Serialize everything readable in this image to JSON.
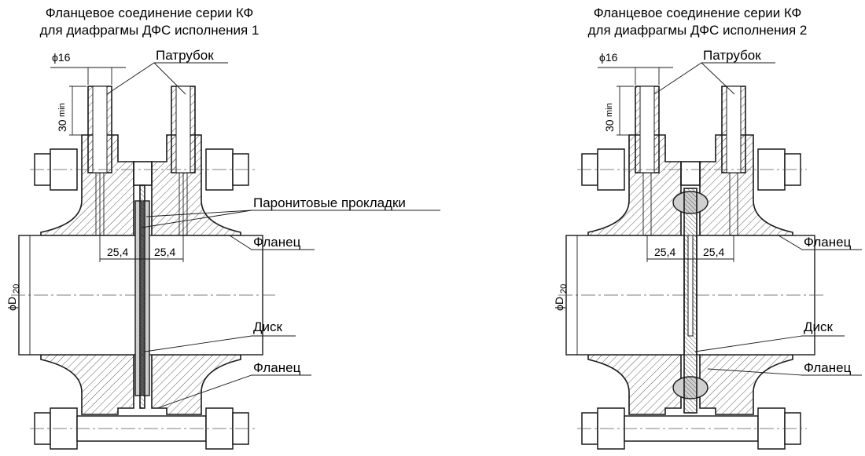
{
  "left": {
    "title_line1": "Фланцевое соединение серии КФ",
    "title_line2": "для диафрагмы ДФС исполнения 1",
    "dim_phi16": "ϕ16",
    "dim_30": "30",
    "dim_min": "min",
    "dim_phiD": "ϕD",
    "dim_D_sub": "20",
    "dim_254_left": "25,4",
    "dim_254_right": "25,4",
    "label_patrubok": "Патрубок",
    "label_gaskets": "Паронитовые прокладки",
    "label_flange_top": "Фланец",
    "label_disk": "Диск",
    "label_flange_bottom": "Фланец"
  },
  "right": {
    "title_line1": "Фланцевое соединение серии КФ",
    "title_line2": "для диафрагмы ДФС исполнения 2",
    "dim_phi16": "ϕ16",
    "dim_30": "30",
    "dim_min": "min",
    "dim_phiD": "ϕD",
    "dim_D_sub": "20",
    "dim_254_left": "25,4",
    "dim_254_right": "25,4",
    "label_patrubok": "Патрубок",
    "label_flange_top": "Фланец",
    "label_disk": "Диск",
    "label_flange_bottom": "Фланец"
  }
}
